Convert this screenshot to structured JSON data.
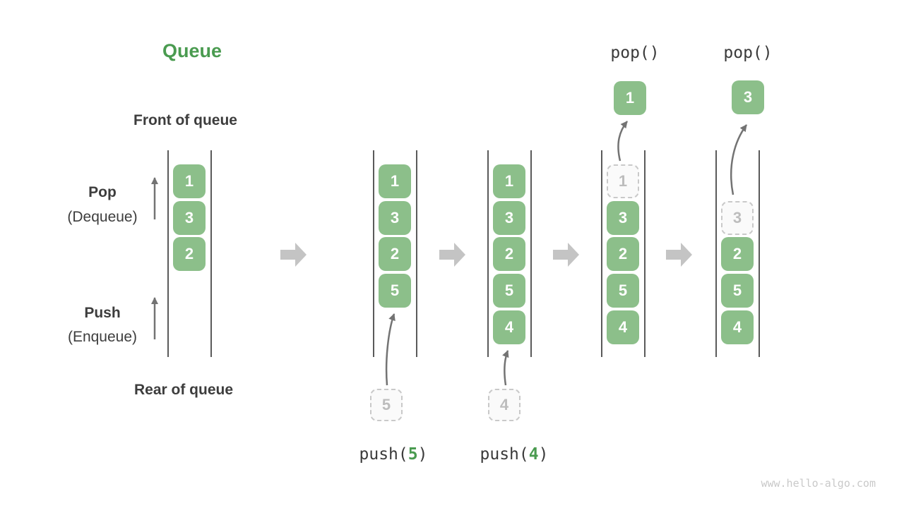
{
  "title": "Queue",
  "side_labels": {
    "front": "Front of queue",
    "pop": "Pop",
    "pop_sub": "(Dequeue)",
    "push": "Push",
    "push_sub": "(Enqueue)",
    "rear": "Rear of queue"
  },
  "watermark": "www.hello-algo.com",
  "colors": {
    "accent_green": "#4a9b50",
    "box_green": "#8cbf8a",
    "text_dark": "#3d3d3d",
    "arrow_gray": "#737373",
    "block_arrow_gray": "#c4c4c4",
    "dashed_border": "#c9c9c9",
    "dashed_text": "#bdbdbd"
  },
  "queue_states": [
    {
      "name": "initial",
      "items": [
        {
          "value": "1",
          "slot": 0,
          "style": "filled"
        },
        {
          "value": "3",
          "slot": 1,
          "style": "filled"
        },
        {
          "value": "2",
          "slot": 2,
          "style": "filled"
        }
      ]
    },
    {
      "name": "after-push-5",
      "items": [
        {
          "value": "1",
          "slot": 0,
          "style": "filled"
        },
        {
          "value": "3",
          "slot": 1,
          "style": "filled"
        },
        {
          "value": "2",
          "slot": 2,
          "style": "filled"
        },
        {
          "value": "5",
          "slot": 3,
          "style": "filled"
        }
      ]
    },
    {
      "name": "after-push-4",
      "items": [
        {
          "value": "1",
          "slot": 0,
          "style": "filled"
        },
        {
          "value": "3",
          "slot": 1,
          "style": "filled"
        },
        {
          "value": "2",
          "slot": 2,
          "style": "filled"
        },
        {
          "value": "5",
          "slot": 3,
          "style": "filled"
        },
        {
          "value": "4",
          "slot": 4,
          "style": "filled"
        }
      ]
    },
    {
      "name": "pop-1",
      "items": [
        {
          "value": "1",
          "slot": 0,
          "style": "dashed"
        },
        {
          "value": "3",
          "slot": 1,
          "style": "filled"
        },
        {
          "value": "2",
          "slot": 2,
          "style": "filled"
        },
        {
          "value": "5",
          "slot": 3,
          "style": "filled"
        },
        {
          "value": "4",
          "slot": 4,
          "style": "filled"
        }
      ]
    },
    {
      "name": "pop-3",
      "items": [
        {
          "value": "3",
          "slot": 1,
          "style": "dashed"
        },
        {
          "value": "2",
          "slot": 2,
          "style": "filled"
        },
        {
          "value": "5",
          "slot": 3,
          "style": "filled"
        },
        {
          "value": "4",
          "slot": 4,
          "style": "filled"
        }
      ]
    }
  ],
  "popped_values": [
    {
      "value": "1"
    },
    {
      "value": "3"
    }
  ],
  "staged_values": [
    {
      "value": "5"
    },
    {
      "value": "4"
    }
  ],
  "pop_calls": [
    {
      "label": "pop()"
    },
    {
      "label": "pop()"
    }
  ],
  "push_calls": [
    {
      "prefix": "push(",
      "arg": "5",
      "suffix": ")"
    },
    {
      "prefix": "push(",
      "arg": "4",
      "suffix": ")"
    }
  ]
}
